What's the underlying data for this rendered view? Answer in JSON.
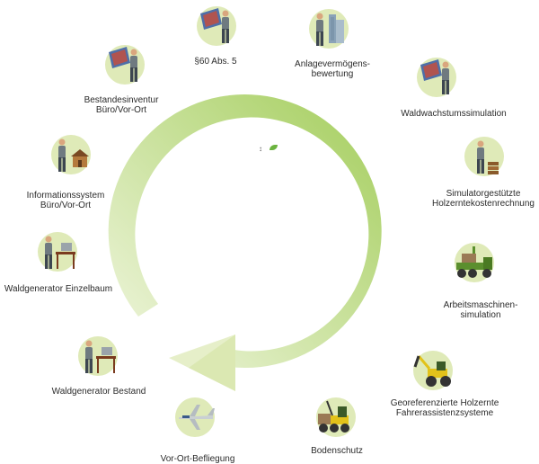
{
  "colors": {
    "ring_light": "#eef4d6",
    "ring_dark": "#a6cf5e",
    "circle_bg": "#dfeab8",
    "text": "#2b2b2b",
    "accent_green": "#6bb33f"
  },
  "center_marker": "↕",
  "nodes": [
    {
      "id": "sec60",
      "icon": "person-with-map-icon",
      "lines": [
        "§60 Abs. 5"
      ]
    },
    {
      "id": "anlage",
      "icon": "person-with-building-icon",
      "lines": [
        "Anlagevermögens-",
        "bewertung"
      ]
    },
    {
      "id": "waldwachstum",
      "icon": "person-with-map-icon",
      "lines": [
        "Waldwachstumssimulation"
      ]
    },
    {
      "id": "simulator",
      "icon": "person-with-wood-icon",
      "lines": [
        "Simulatorgestützte",
        "Holzerntekostenrechnung"
      ]
    },
    {
      "id": "arbeitsmaschinen",
      "icon": "forwarder-machine-icon",
      "lines": [
        "Arbeitsmaschinen-",
        "simulation"
      ]
    },
    {
      "id": "georef",
      "icon": "harvester-machine-icon",
      "lines": [
        "Georeferenzierte Holzernte",
        "Fahrerassistenzsysteme"
      ]
    },
    {
      "id": "bodenschutz",
      "icon": "loader-machine-icon",
      "lines": [
        "Bodenschutz"
      ]
    },
    {
      "id": "befliegung",
      "icon": "airplane-icon",
      "lines": [
        "Vor-Ort-Befliegung"
      ]
    },
    {
      "id": "bestand",
      "icon": "person-at-computer-icon",
      "lines": [
        "Waldgenerator Bestand"
      ]
    },
    {
      "id": "einzelbaum",
      "icon": "person-at-computer-icon",
      "lines": [
        "Waldgenerator Einzelbaum"
      ]
    },
    {
      "id": "infosystem",
      "icon": "person-with-house-icon",
      "lines": [
        "Informationssystem",
        "Büro/Vor-Ort"
      ]
    },
    {
      "id": "bestandesinventur",
      "icon": "person-with-map-icon",
      "lines": [
        "Bestandesinventur",
        "Büro/Vor-Ort"
      ]
    }
  ]
}
